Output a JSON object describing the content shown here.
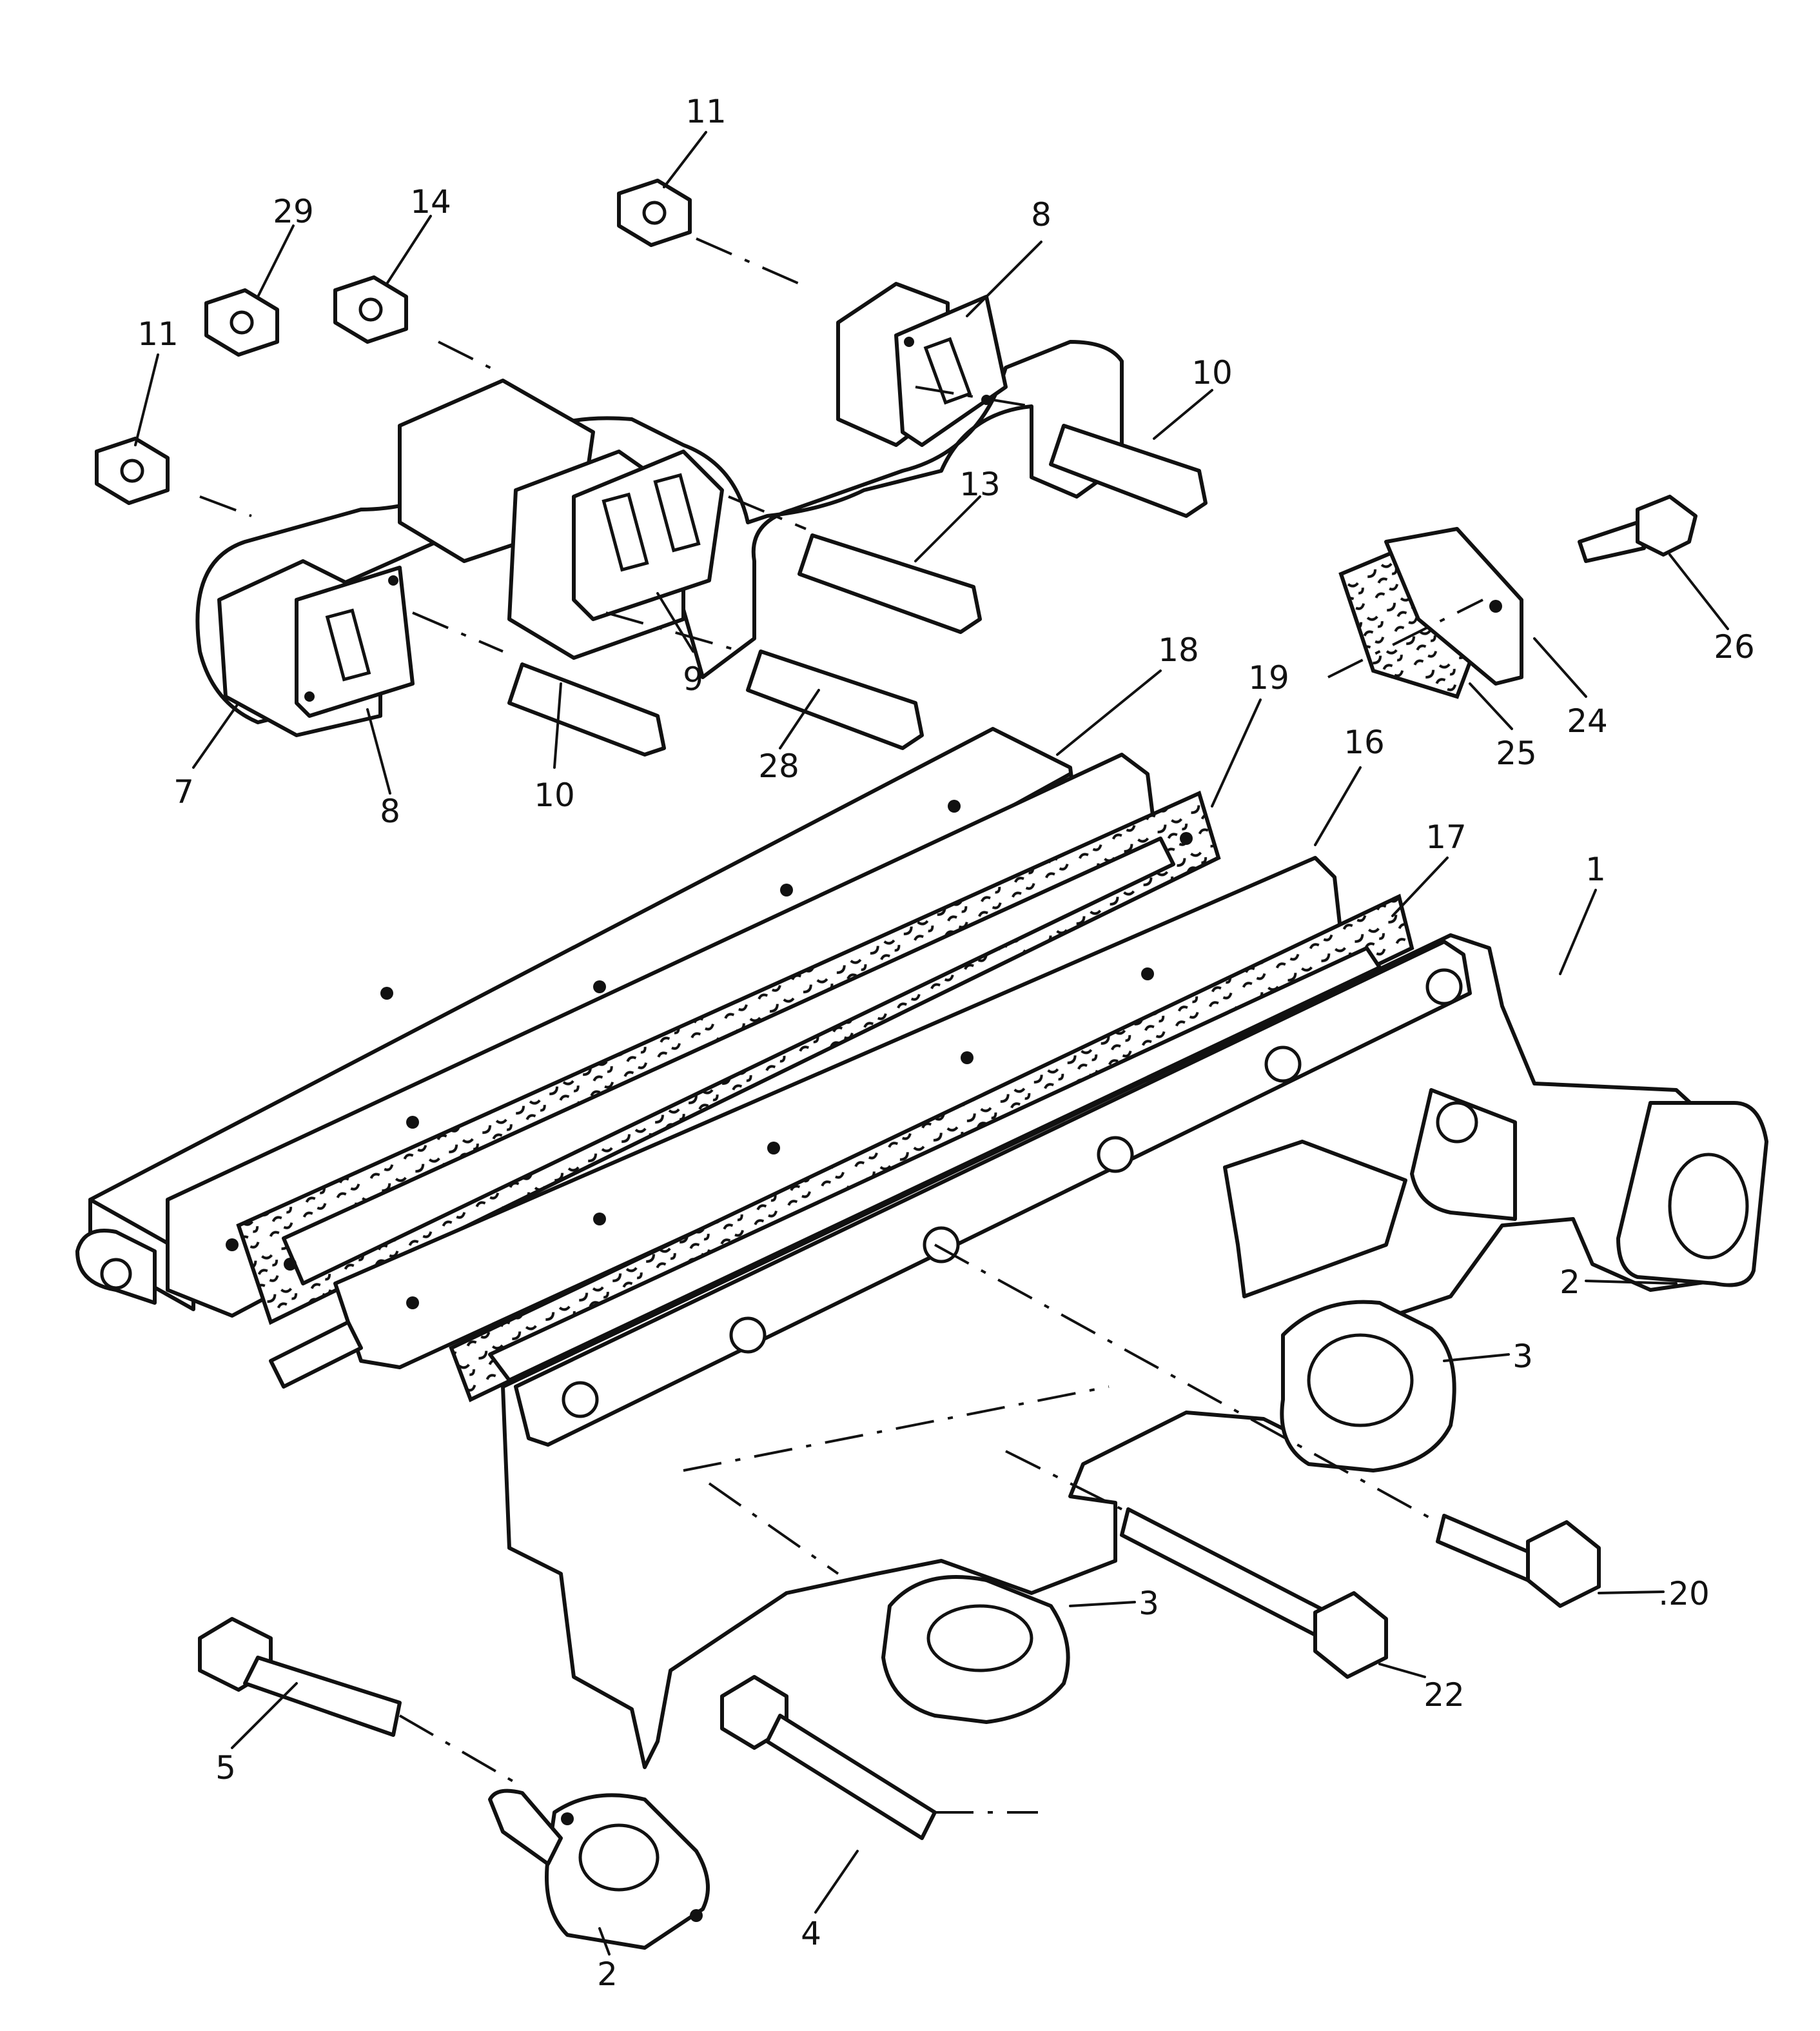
{
  "callouts": [
    {
      "id": "c11a",
      "text": "11"
    },
    {
      "id": "c29",
      "text": "29"
    },
    {
      "id": "c14",
      "text": "14"
    },
    {
      "id": "c8a",
      "text": "8"
    },
    {
      "id": "c11b",
      "text": "11"
    },
    {
      "id": "c10a",
      "text": "10"
    },
    {
      "id": "c13",
      "text": "13"
    },
    {
      "id": "c9",
      "text": "9"
    },
    {
      "id": "c7",
      "text": "7"
    },
    {
      "id": "c8b",
      "text": "8"
    },
    {
      "id": "c10b",
      "text": "10"
    },
    {
      "id": "c28",
      "text": "28"
    },
    {
      "id": "c18",
      "text": "18"
    },
    {
      "id": "c19",
      "text": "19"
    },
    {
      "id": "c16",
      "text": "16"
    },
    {
      "id": "c17",
      "text": "17"
    },
    {
      "id": "c1",
      "text": "1"
    },
    {
      "id": "c26",
      "text": "26"
    },
    {
      "id": "c24",
      "text": "24"
    },
    {
      "id": "c25",
      "text": "25"
    },
    {
      "id": "c2a",
      "text": "2"
    },
    {
      "id": "c3a",
      "text": "3"
    },
    {
      "id": "c3b",
      "text": "3"
    },
    {
      "id": "c20",
      "text": ".20"
    },
    {
      "id": "c22",
      "text": "22"
    },
    {
      "id": "c5",
      "text": "5"
    },
    {
      "id": "c4",
      "text": "4"
    },
    {
      "id": "c2b",
      "text": "2"
    }
  ]
}
